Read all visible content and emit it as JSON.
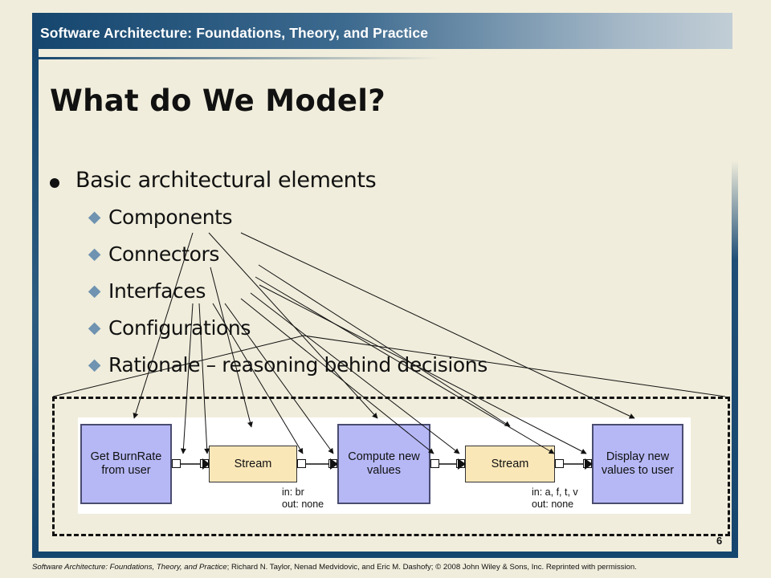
{
  "header": {
    "title": "Software Architecture: Foundations, Theory, and Practice"
  },
  "slide": {
    "title": "What do We Model?",
    "main_bullet": "Basic architectural elements",
    "sub_bullets": [
      "Components",
      "Connectors",
      "Interfaces",
      "Configurations",
      "Rationale – reasoning behind decisions"
    ]
  },
  "diagram": {
    "components": [
      {
        "label": "Get BurnRate from user"
      },
      {
        "label": "Compute new values"
      },
      {
        "label": "Display new values to user"
      }
    ],
    "connectors": [
      {
        "label": "Stream",
        "in": "in: br",
        "out": "out: none"
      },
      {
        "label": "Stream",
        "in": "in: a, f, t, v",
        "out": "out: none"
      }
    ]
  },
  "page_number": "6",
  "footer": {
    "book": "Software Architecture: Foundations, Theory, and Practice",
    "credit": "; Richard N. Taylor, Nenad Medvidovic, and Eric M. Dashofy; © 2008 John Wiley & Sons, Inc. Reprinted with permission."
  },
  "colors": {
    "frame": "#15466e",
    "background": "#f0eddc",
    "component_fill": "#b6b8f6",
    "connector_fill": "#fae7b8",
    "sub_bullet_mark": "#6f93b0"
  }
}
